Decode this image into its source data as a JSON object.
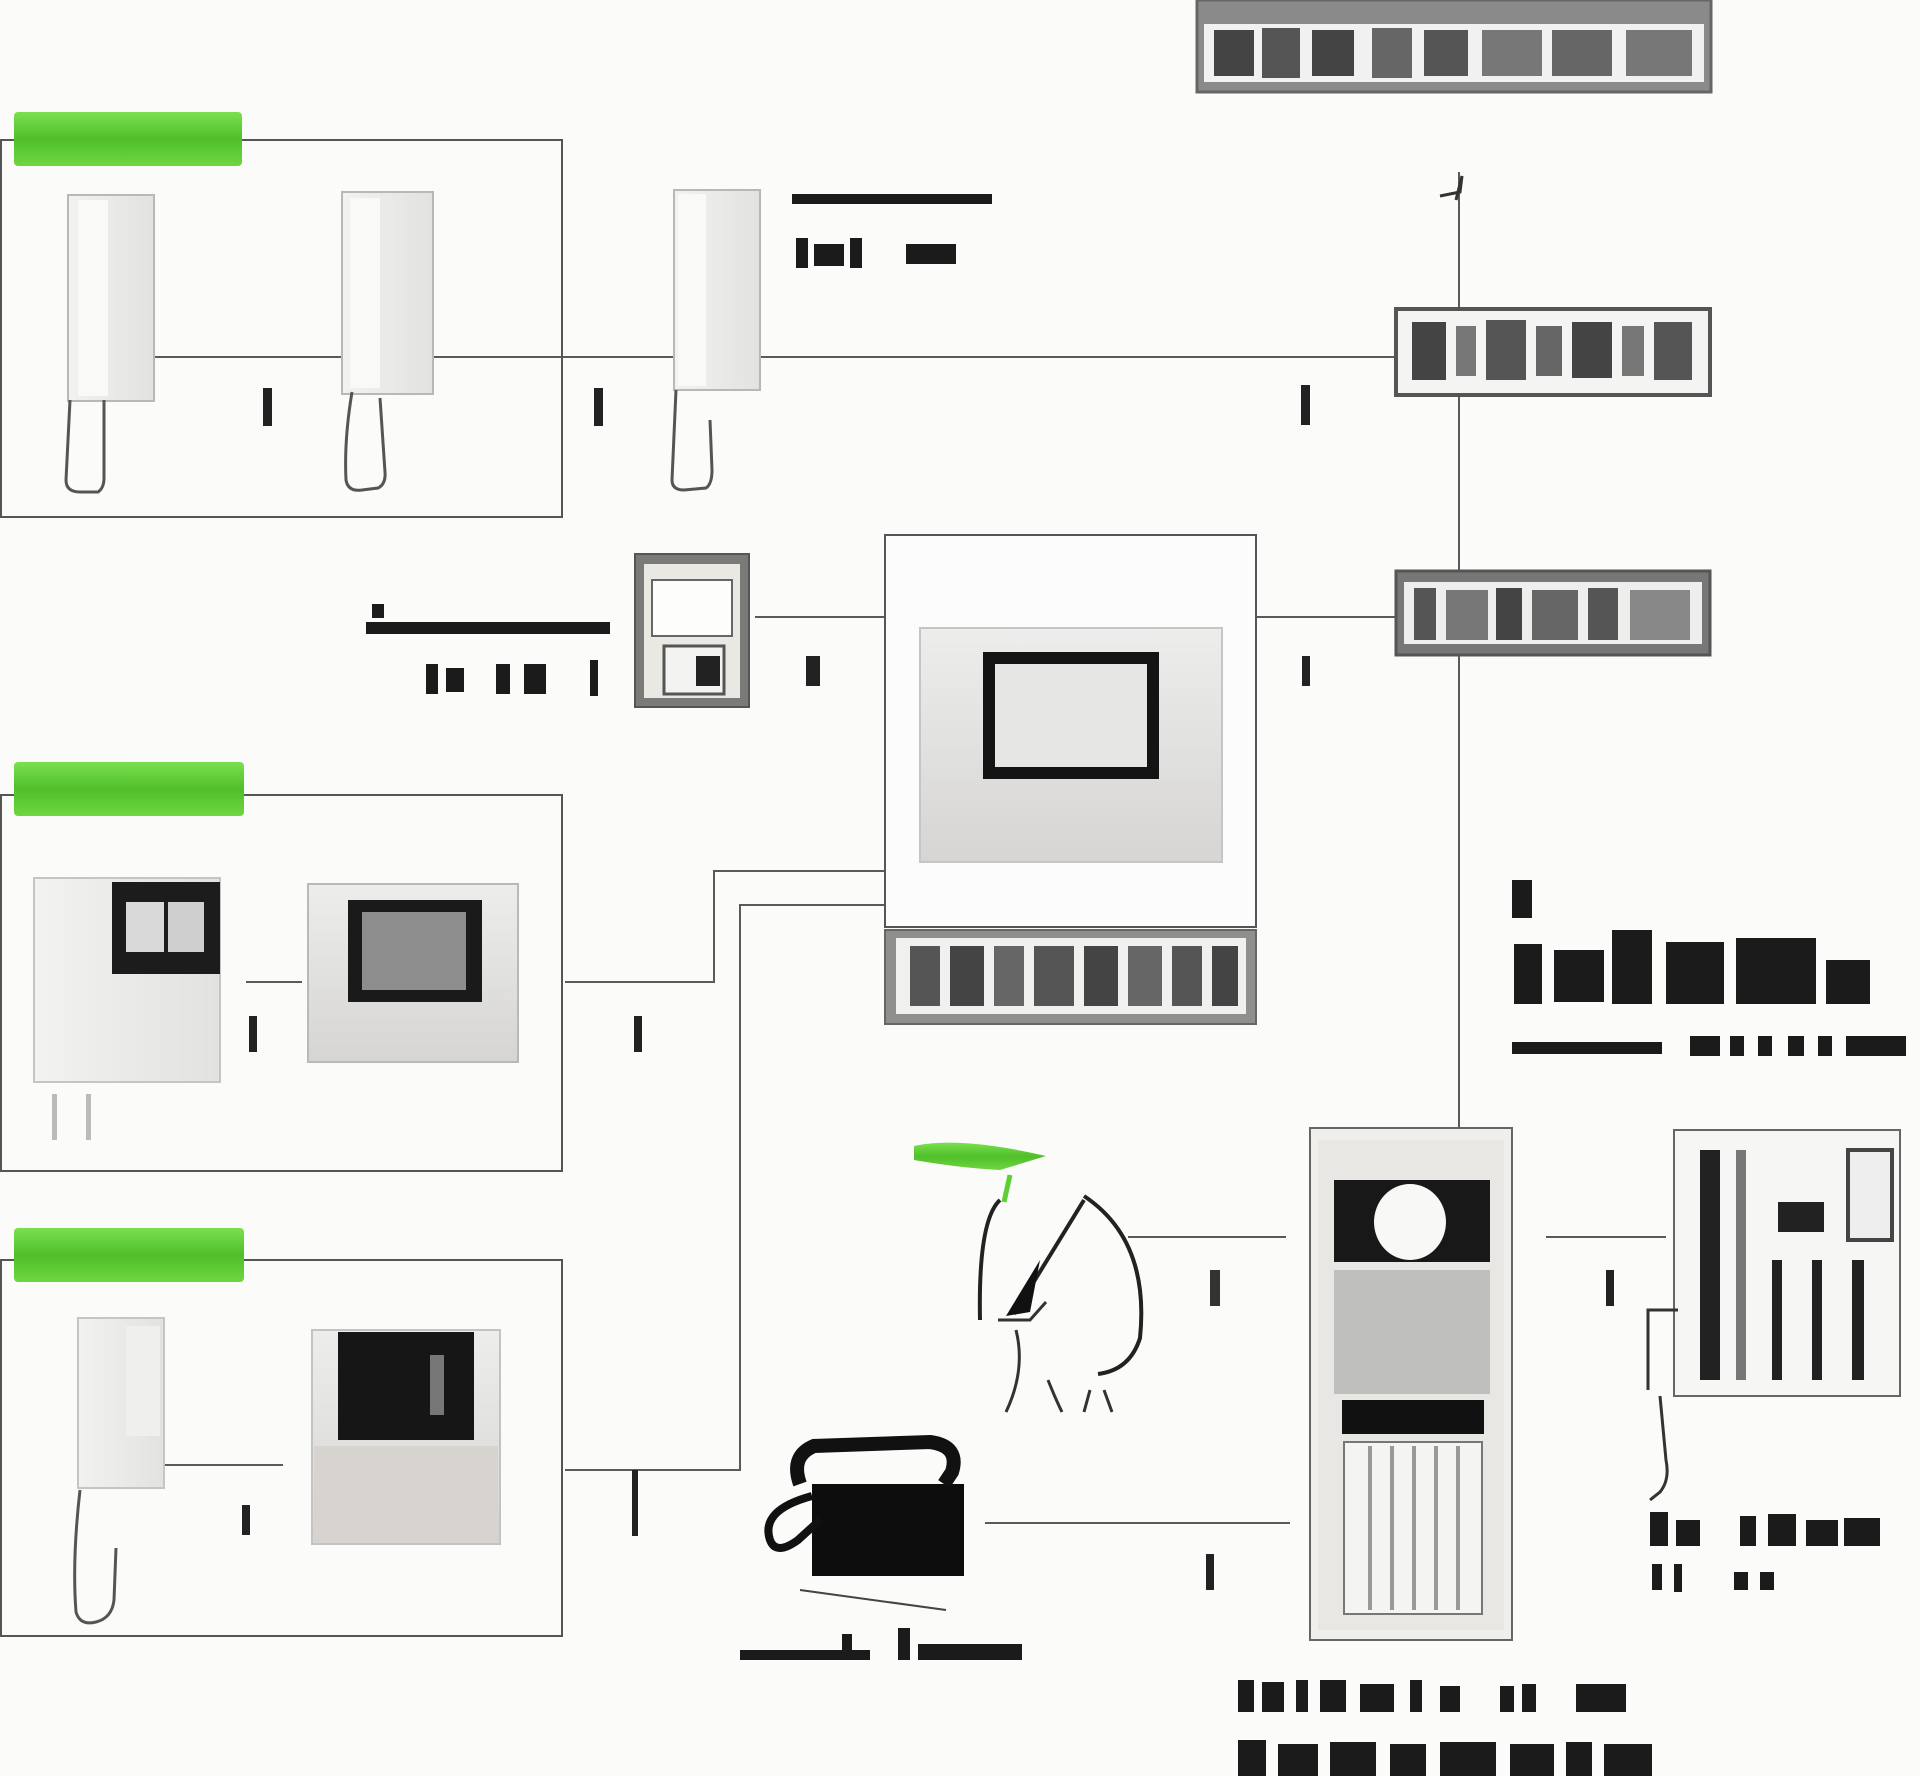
{
  "diagram": {
    "groups": [
      {
        "id": "group-1",
        "tag": ""
      },
      {
        "id": "group-2",
        "tag": ""
      },
      {
        "id": "group-3",
        "tag": ""
      }
    ],
    "labels": {
      "top_right_display": "",
      "note_top": "",
      "left_device_caption": "",
      "hub_panel": "",
      "right_panel_1": "",
      "right_panel_2": "",
      "right_text_block": "",
      "right_wall_unit_caption": "",
      "bag_caption": "",
      "bottom_caption": ""
    },
    "colors": {
      "accent_green": "#5fce34",
      "line": "#5a5a5a",
      "device_frame": "#6d6d6d",
      "screen": "#111111"
    }
  }
}
